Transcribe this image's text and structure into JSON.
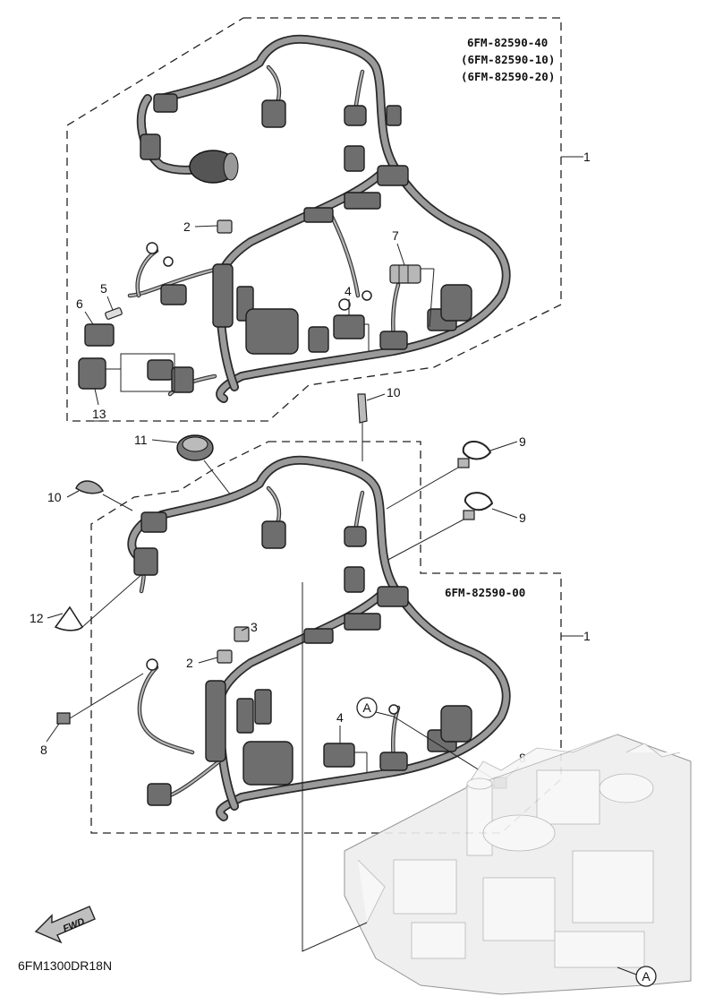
{
  "part_numbers_top": [
    "6FM-82590-40",
    "(6FM-82590-10)",
    "(6FM-82590-20)"
  ],
  "part_number_bottom": "6FM-82590-00",
  "diagram_code": "6FM1300DR18N",
  "fwd_label": "FWD",
  "reference_mark": "A",
  "callouts": {
    "one": "1",
    "two": "2",
    "three": "3",
    "four": "4",
    "five": "5",
    "six": "6",
    "seven": "7",
    "eight": "8",
    "nine": "9",
    "ten": "10",
    "eleven": "11",
    "twelve": "12",
    "thirteen": "13"
  },
  "colors": {
    "line": "#222222",
    "harness": "#9a9a9a",
    "connector": "#6e6e6e"
  }
}
